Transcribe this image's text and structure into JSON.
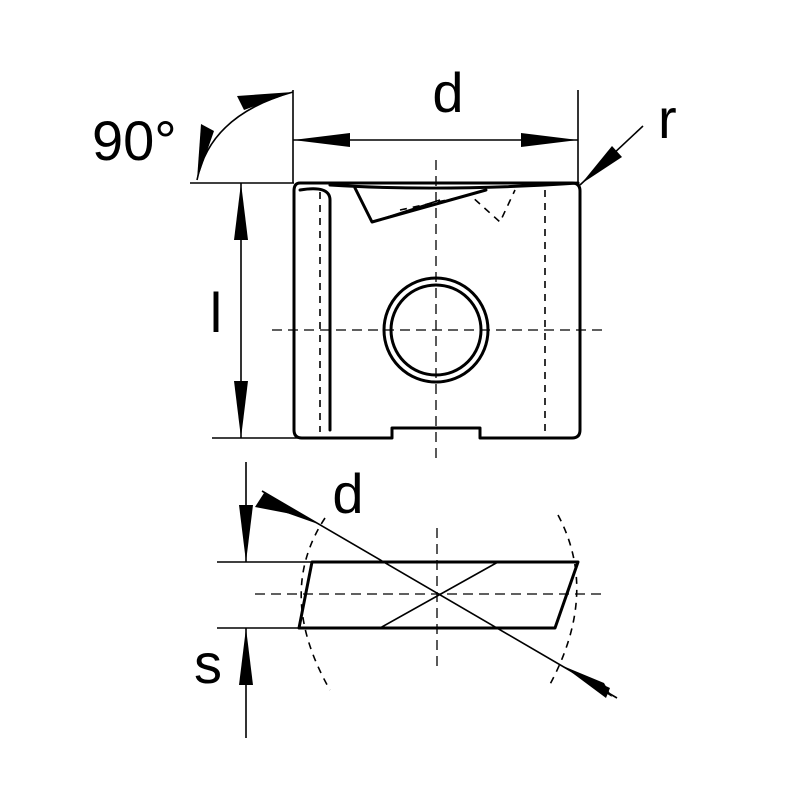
{
  "top_view": {
    "angle_label": "90°",
    "width_label": "d",
    "length_label": "l",
    "radius_label": "r"
  },
  "side_view": {
    "diameter_label": "d",
    "thickness_label": "s"
  }
}
